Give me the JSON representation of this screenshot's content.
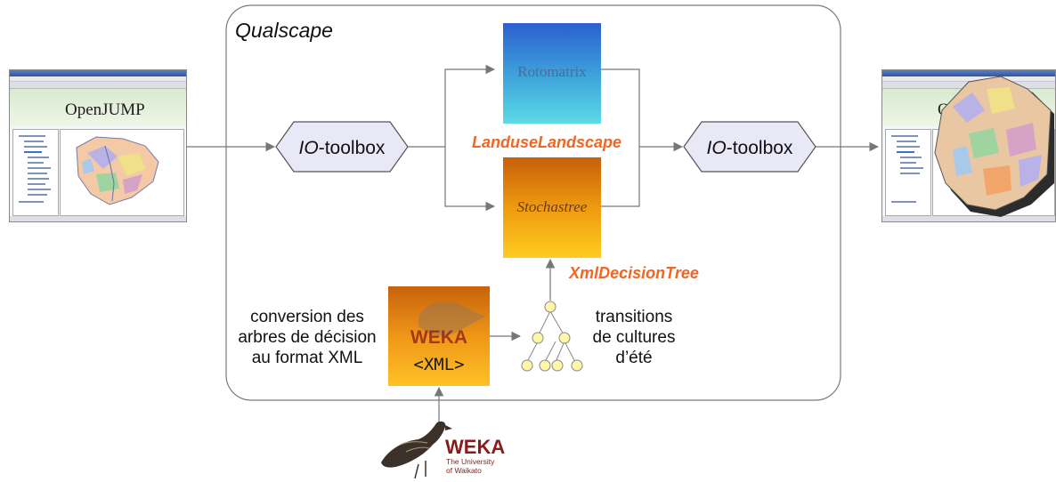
{
  "diagram": {
    "qualscape_label": "Qualscape",
    "io_toolbox_left": {
      "prefix": "IO",
      "suffix": "-toolbox"
    },
    "io_toolbox_right": {
      "prefix": "IO",
      "suffix": "-toolbox"
    },
    "rotomatrix_label": "Rotomatrix",
    "stochastree_label": "Stochastree",
    "landuse_landscape_label": "LanduseLandscape",
    "xml_decision_tree_label": "XmlDecisionTree",
    "conversion_text": [
      "conversion des",
      "arbres de décision",
      "au format XML"
    ],
    "transitions_text": [
      "transitions",
      "de cultures",
      "d’été"
    ],
    "weka_box_title": "WEKA",
    "weka_box_subtitle": "<XML>",
    "weka_logo": {
      "name": "WEKA",
      "line1": "The University",
      "line2": "of Waikato"
    },
    "openjump_left_banner": "OpenJUMP",
    "openjump_right_banner": "Op"
  },
  "colors": {
    "orange_text": "#f26522",
    "hexagon_fill": "#e8e8f7",
    "rotomatrix_top": "#2b5fcf",
    "rotomatrix_bottom": "#56d5e2",
    "stochastree_top": "#d97a0c",
    "stochastree_bottom": "#ffc820",
    "tree_node_fill": "#fff6a8"
  }
}
